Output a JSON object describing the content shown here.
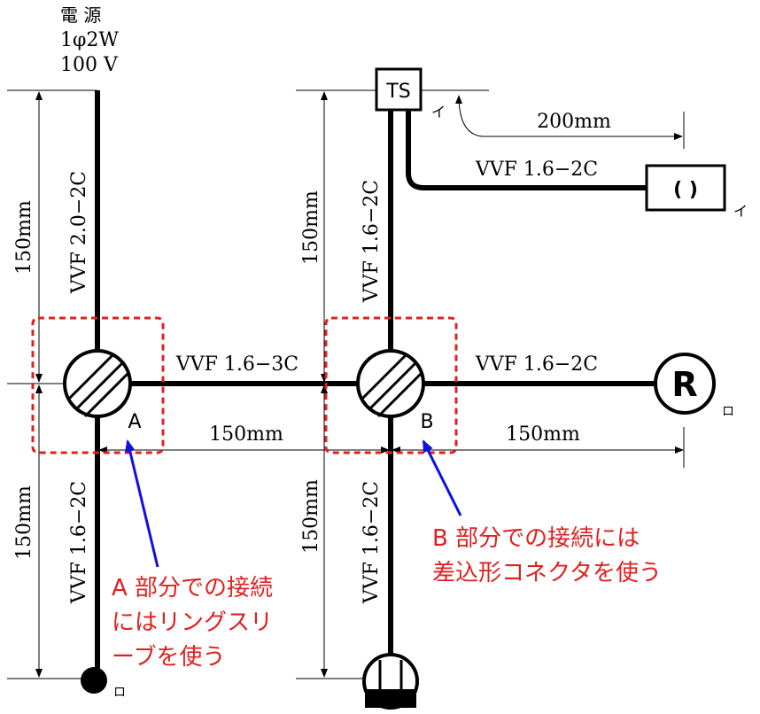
{
  "power_source": {
    "title": "電 源",
    "phase": "1φ2W",
    "voltage": "100 V"
  },
  "devices": {
    "ts_label": "TS",
    "receptacle_label": "R",
    "pilot_label": "( )",
    "label_i": "イ",
    "label_ro": "ロ"
  },
  "cables": {
    "left_vertical_upper": "VVF 2.0−2C",
    "left_vertical_lower": "VVF 1.6−2C",
    "mid_vertical_upper": "VVF 1.6−2C",
    "mid_vertical_lower": "VVF 1.6−2C",
    "horizontal_ab": "VVF 1.6−3C",
    "horizontal_br": "VVF 1.6−2C",
    "ts_branch": "VVF 1.6−2C"
  },
  "dimensions": {
    "left_upper": "150mm",
    "left_lower": "150mm",
    "mid_upper": "150mm",
    "mid_lower": "150mm",
    "horizontal_ab": "150mm",
    "horizontal_br": "150mm",
    "ts_branch": "200mm"
  },
  "junctions": {
    "a_label": "A",
    "b_label": "B"
  },
  "annotations": {
    "a_line1": "A 部分での接続",
    "a_line2": "にはリングスリ",
    "a_line3": "ーブを使う",
    "b_line1": "B 部分での接続には",
    "b_line2": "差込形コネクタを使う"
  },
  "colors": {
    "line": "#000000",
    "highlight_box": "#e02020",
    "annotation_text": "#e02020",
    "pointer_arrow": "#1010e0"
  }
}
